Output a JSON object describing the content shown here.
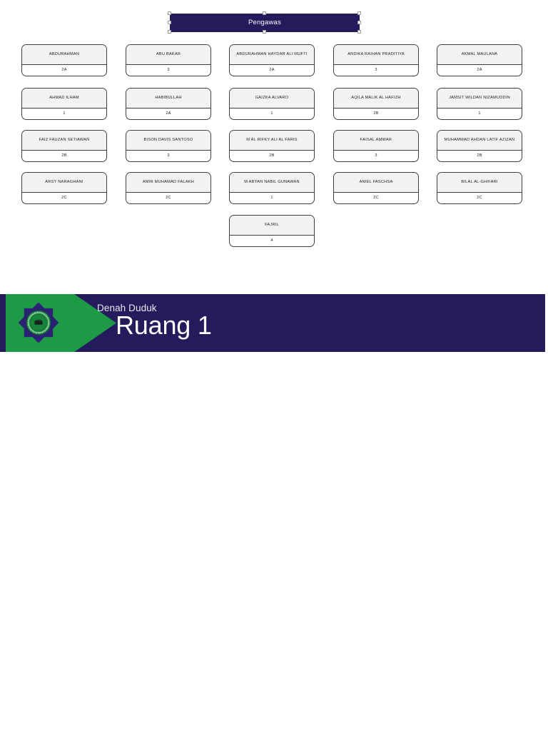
{
  "header": {
    "supervisor_label": "Pengawas"
  },
  "seats": [
    {
      "name": "ABDURAHMAN",
      "class": "2A",
      "row": 0,
      "col": 0
    },
    {
      "name": "ABU BAKAR",
      "class": "3",
      "row": 0,
      "col": 1
    },
    {
      "name": "ABDURAHMAN HAYDAR ALI MUFTI",
      "class": "2A",
      "row": 0,
      "col": 2
    },
    {
      "name": "ANDIKA RAIHAN PRADITIYA",
      "class": "3",
      "row": 0,
      "col": 3
    },
    {
      "name": "AKMAL MAULANA",
      "class": "2A",
      "row": 0,
      "col": 4
    },
    {
      "name": "AHMAD ILHAM",
      "class": "1",
      "row": 1,
      "col": 0
    },
    {
      "name": "HABIBULLAH",
      "class": "2A",
      "row": 1,
      "col": 1
    },
    {
      "name": "GAIZKA ALVARO",
      "class": "1",
      "row": 1,
      "col": 2
    },
    {
      "name": "AQILA MALIK AL HAFIZH",
      "class": "2B",
      "row": 1,
      "col": 3
    },
    {
      "name": "JAMSIT WILDAN NIZAMUDDIN",
      "class": "1",
      "row": 1,
      "col": 4
    },
    {
      "name": "FAIZ FAUZAN SETIAWAN",
      "class": "2B",
      "row": 2,
      "col": 0
    },
    {
      "name": "BISON DAVIS SANTOSO",
      "class": "3",
      "row": 2,
      "col": 1
    },
    {
      "name": "M AL RIFKY ALI AL FARIS",
      "class": "2B",
      "row": 2,
      "col": 2
    },
    {
      "name": "FAISAL AMWAR",
      "class": "3",
      "row": 2,
      "col": 3
    },
    {
      "name": "MUHAMMAD AHDAN LATIF AZIZAN",
      "class": "2B",
      "row": 2,
      "col": 4
    },
    {
      "name": "ARSY NARAGHANI",
      "class": "2C",
      "row": 3,
      "col": 0
    },
    {
      "name": "AMIR MUHAMAD FALAKH",
      "class": "2C",
      "row": 3,
      "col": 1
    },
    {
      "name": "M ABYAN NABIL GUNAWAN",
      "class": "1",
      "row": 3,
      "col": 2
    },
    {
      "name": "ANIEL FASCHSA",
      "class": "2C",
      "row": 3,
      "col": 3
    },
    {
      "name": "BILAL AL-GHIFARI",
      "class": "2C",
      "row": 3,
      "col": 4
    },
    {
      "name": "FAJRIL",
      "class": "4",
      "row": 4,
      "col": 2
    }
  ],
  "banner": {
    "subtitle": "Denah Duduk",
    "title": "Ruang 1",
    "logo_name": "pondok-pesantren-emblem"
  },
  "colors": {
    "navy": "#231B5C",
    "green": "#1E9A47",
    "card_header": "#f2f2f2",
    "card_border": "#3f3f3f"
  }
}
